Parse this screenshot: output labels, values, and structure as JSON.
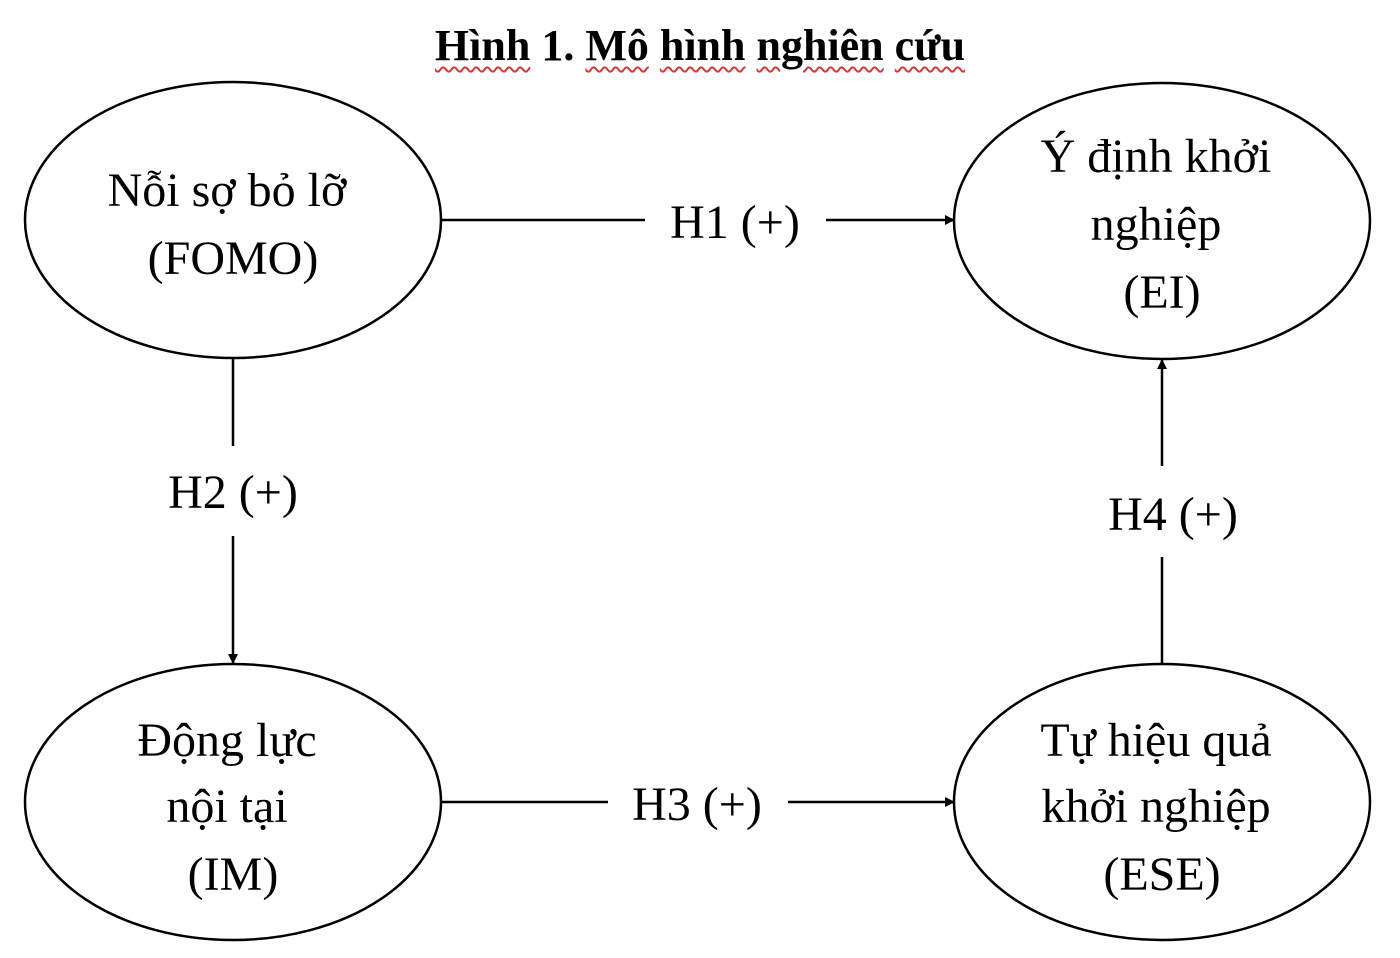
{
  "title": {
    "words": [
      "Hình",
      "1.",
      "Mô",
      "hình",
      "nghiên",
      "cứu"
    ],
    "underline_color": "#d23a3a"
  },
  "nodes": {
    "fomo": {
      "lines": [
        "Nỗi sợ bỏ lỡ",
        "(FOMO)"
      ]
    },
    "ei": {
      "lines": [
        "Ý định khởi",
        "nghiệp",
        "(EI)"
      ]
    },
    "im": {
      "lines": [
        "Động lực",
        "nội tại",
        "(IM)"
      ]
    },
    "ese": {
      "lines": [
        "Tự hiệu quả",
        "khởi nghiệp",
        "(ESE)"
      ]
    }
  },
  "edges": {
    "h1": {
      "label": "H1 (+)",
      "from": "fomo",
      "to": "ei"
    },
    "h2": {
      "label": "H2 (+)",
      "from": "fomo",
      "to": "im"
    },
    "h3": {
      "label": "H3 (+)",
      "from": "im",
      "to": "ese"
    },
    "h4": {
      "label": "H4 (+)",
      "from": "ese",
      "to": "ei"
    }
  },
  "colors": {
    "stroke": "#000000",
    "background": "#ffffff"
  }
}
